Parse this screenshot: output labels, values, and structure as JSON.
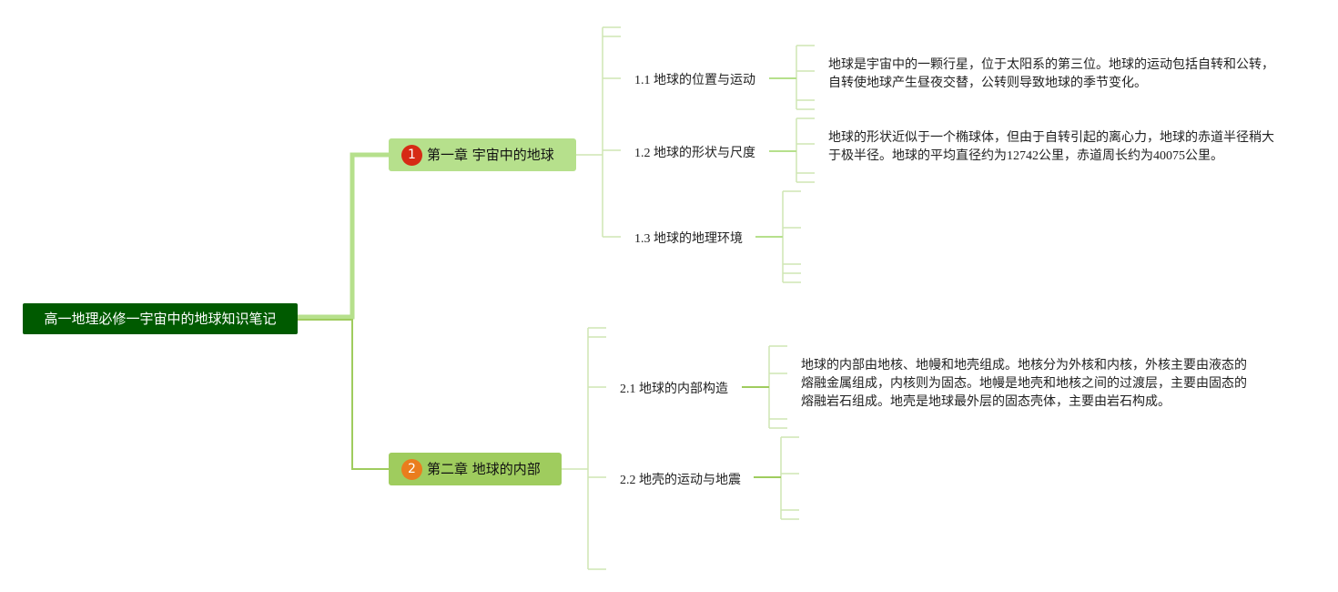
{
  "root": {
    "title": "高一地理必修一宇宙中的地球知识笔记"
  },
  "chapters": [
    {
      "marker": "1",
      "label": "第一章 宇宙中的地球",
      "sections": [
        {
          "label": "1.1 地球的位置与运动",
          "note": "地球是宇宙中的一颗行星，位于太阳系的第三位。地球的运动包括自转和公转，自转使地球产生昼夜交替，公转则导致地球的季节变化。"
        },
        {
          "label": "1.2 地球的形状与尺度",
          "note": "地球的形状近似于一个椭球体，但由于自转引起的离心力，地球的赤道半径稍大于极半径。地球的平均直径约为12742公里，赤道周长约为40075公里。"
        },
        {
          "label": "1.3 地球的地理环境",
          "note": ""
        }
      ]
    },
    {
      "marker": "2",
      "label": "第二章 地球的内部",
      "sections": [
        {
          "label": "2.1 地球的内部构造",
          "note": "地球的内部由地核、地幔和地壳组成。地核分为外核和内核，外核主要由液态的熔融金属组成，内核则为固态。地幔是地壳和地核之间的过渡层，主要由固态的熔融岩石组成。地壳是地球最外层的固态壳体，主要由岩石构成。"
        },
        {
          "label": "2.2 地壳的运动与地震",
          "note": ""
        }
      ]
    }
  ],
  "colors": {
    "root": "#005a00",
    "chapter1": "#b6e08c",
    "chapter2": "#9fcc5e",
    "marker1": "#d62a15",
    "marker2": "#ea7d1e",
    "branch1": "#b6e08c",
    "branch2": "#9fcc5e",
    "leaf": "#cfe6b4"
  }
}
